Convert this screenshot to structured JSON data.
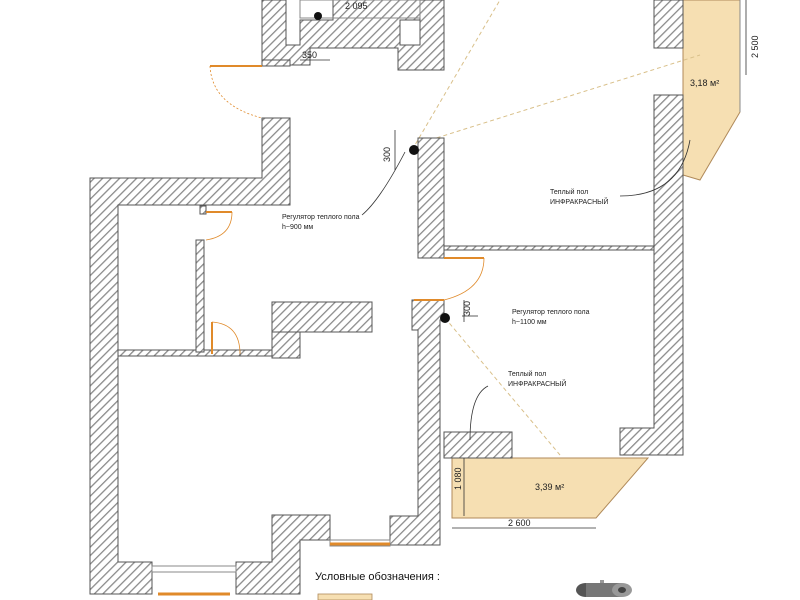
{
  "dimensions": {
    "top_window": "2 095",
    "door_350": "350",
    "right_vertical": "2 500",
    "reg1_height": "300",
    "reg2_height": "300",
    "bottom_vertical": "1 080",
    "bottom_horizontal": "2 600"
  },
  "areas": {
    "upper_balcony": "3,18 м²",
    "lower_balcony": "3,39 м²"
  },
  "notes": {
    "regulator1": [
      "Регулятор теплого пола",
      "h~900 мм"
    ],
    "regulator2": [
      "Регулятор теплого пола",
      "h~1100 мм"
    ],
    "floor1": [
      "Теплый пол",
      "ИНФРАКРАСНЫЙ"
    ],
    "floor2": [
      "Теплый пол",
      "ИНФРАКРАСНЫЙ"
    ]
  },
  "legend": {
    "title": "Условные обозначения :"
  },
  "colors": {
    "wall_hatch": "#8a8a8a",
    "heated_floor_fill": "#f6dfb2",
    "door": "#e08a2a",
    "dashed_guide": "#d9c08a"
  },
  "icons": {
    "legend_item": "film-roll-icon"
  }
}
